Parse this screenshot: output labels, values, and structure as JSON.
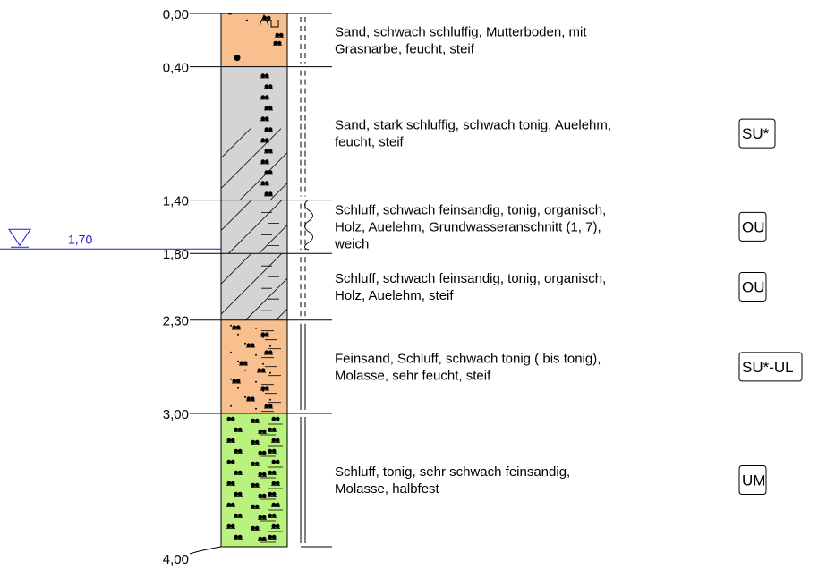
{
  "water_level": {
    "depth_label": "1,70",
    "depth": 1.7,
    "color": "#1a1ad0"
  },
  "colors": {
    "orange": "#f8c08f",
    "grey": "#d4d4d4",
    "green": "#b9f27f",
    "outline": "#000000"
  },
  "layers": [
    {
      "top": 0.0,
      "bottom": 0.4,
      "top_label": "0,00",
      "fill": "orange",
      "pattern": "topsoil",
      "code": "",
      "description": [
        "Sand, schwach schluffig, Mutterboden, mit",
        "Grasnarbe, feucht, steif"
      ]
    },
    {
      "top": 0.4,
      "bottom": 1.4,
      "top_label": "0,40",
      "fill": "grey",
      "pattern": "hatch-dots",
      "code": "SU*",
      "description": [
        "Sand, stark schluffig, schwach tonig, Auelehm,",
        "feucht, steif"
      ]
    },
    {
      "top": 1.4,
      "bottom": 1.8,
      "top_label": "1,40",
      "fill": "grey",
      "pattern": "hatch-dash",
      "code": "OU",
      "description": [
        "Schluff, schwach feinsandig, tonig, organisch,",
        "Holz, Auelehm, Grundwasseranschnitt (1, 7),",
        "weich"
      ]
    },
    {
      "top": 1.8,
      "bottom": 2.3,
      "top_label": "1,80",
      "fill": "grey",
      "pattern": "hatch-dash",
      "code": "OU",
      "description": [
        "Schluff, schwach feinsandig, tonig, organisch,",
        "Holz, Auelehm, steif"
      ]
    },
    {
      "top": 2.3,
      "bottom": 3.0,
      "top_label": "2,30",
      "fill": "orange",
      "pattern": "sand-silt",
      "code": "SU*-UL",
      "description": [
        "Feinsand, Schluff, schwach tonig ( bis tonig),",
        "Molasse, sehr feucht, steif"
      ]
    },
    {
      "top": 3.0,
      "bottom": 4.0,
      "top_label": "3,00",
      "fill": "green",
      "pattern": "silt",
      "code": "UM",
      "description": [
        "Schluff, tonig, sehr schwach feinsandig,",
        "Molasse, halbfest"
      ]
    }
  ],
  "bottom_label": "4,00"
}
